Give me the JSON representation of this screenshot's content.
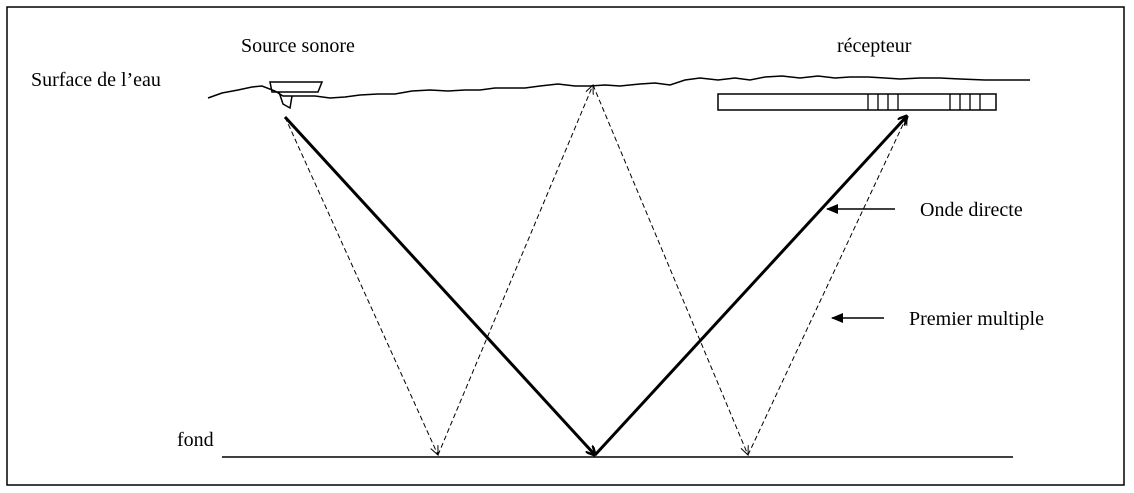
{
  "labels": {
    "source": "Source sonore",
    "receiver": "récepteur",
    "surface": "Surface de l’eau",
    "direct_wave": "Onde directe",
    "first_multiple": "Premier multiple",
    "bottom": "fond"
  },
  "colors": {
    "line": "#000000",
    "background": "#ffffff"
  }
}
